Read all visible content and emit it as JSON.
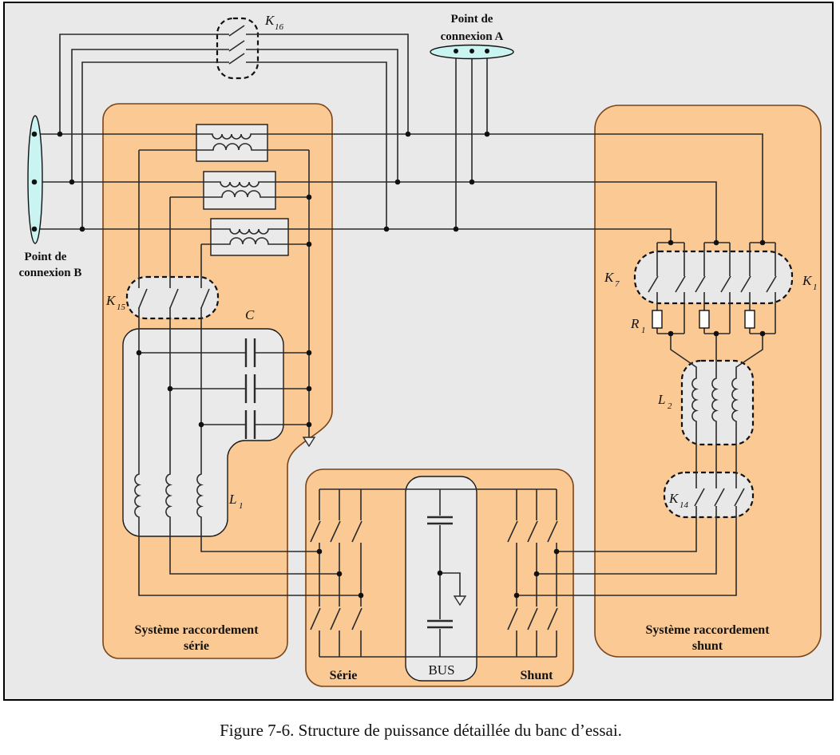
{
  "caption": "Figure 7-6. Structure de puissance détaillée du banc d’essai.",
  "connection_points": {
    "a": {
      "line1": "Point de",
      "line2": "connexion A"
    },
    "b": {
      "line1": "Point de",
      "line2": "connexion B"
    }
  },
  "components": {
    "k16": {
      "base": "K",
      "sub": "16"
    },
    "k15": {
      "base": "K",
      "sub": "15"
    },
    "k7": {
      "base": "K",
      "sub": "7"
    },
    "k1": {
      "base": "K",
      "sub": "1"
    },
    "k14": {
      "base": "K",
      "sub": "14"
    },
    "r1": {
      "base": "R",
      "sub": "1"
    },
    "l1": {
      "base": "L",
      "sub": "1"
    },
    "l2": {
      "base": "L",
      "sub": "2"
    },
    "c": {
      "base": "C",
      "sub": ""
    }
  },
  "blocks": {
    "serie_system": {
      "line1": "Système raccordement",
      "line2": "série"
    },
    "shunt_system": {
      "line1": "Système raccordement",
      "line2": "shunt"
    },
    "converter": {
      "serie": "Série",
      "bus": "BUS",
      "shunt": "Shunt"
    }
  },
  "colors": {
    "background": "#e9e9e9",
    "block_fill": "#fbca94",
    "block_border": "#7a4418",
    "component_fill": "#eaeaea",
    "connection_node_fill": "#c9f4f2",
    "wire": "#2b2b2b"
  }
}
